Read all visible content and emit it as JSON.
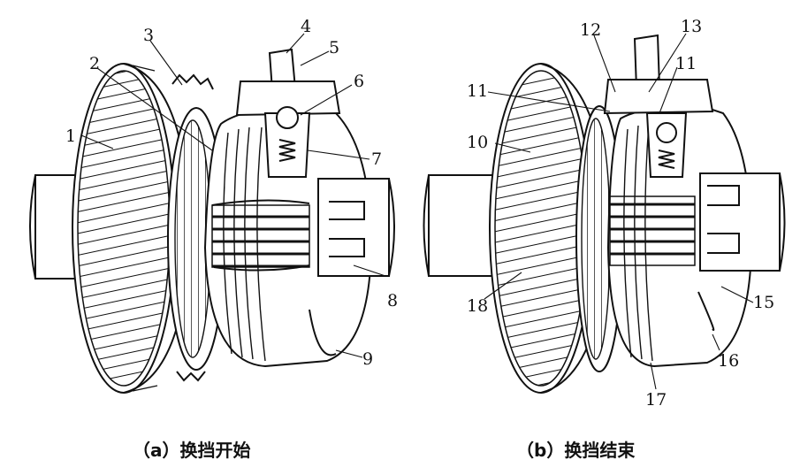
{
  "panels": [
    {
      "id": "a",
      "caption": "（a）换挡开始",
      "labels": [
        "1",
        "2",
        "3",
        "4",
        "5",
        "6",
        "7",
        "8",
        "9"
      ]
    },
    {
      "id": "b",
      "caption": "（b）换挡结束",
      "labels": [
        "10",
        "11",
        "12",
        "13",
        "11",
        "15",
        "16",
        "17",
        "18"
      ]
    }
  ],
  "colors": {
    "ink": "#111111",
    "paper": "#ffffff"
  }
}
